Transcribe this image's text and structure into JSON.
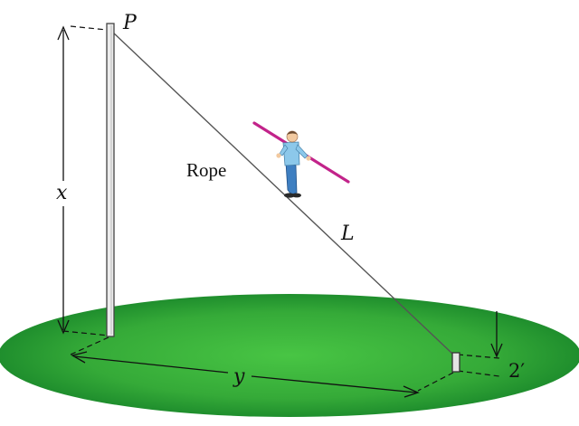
{
  "labels": {
    "pole_top": "P",
    "height": "x",
    "rope": "Rope",
    "rope_length": "L",
    "distance": "y",
    "stake_height": "2′"
  },
  "colors": {
    "ground_center": "#3fb83d",
    "ground_edge": "#1d8a2b",
    "pole_fill": "#e9e9e9",
    "pole_outline": "#444444",
    "rope": "#555555",
    "balance_pole": "#c2238a",
    "shirt": "#8cc8ea",
    "pants": "#3e7fc1",
    "skin": "#f2c9a0"
  }
}
